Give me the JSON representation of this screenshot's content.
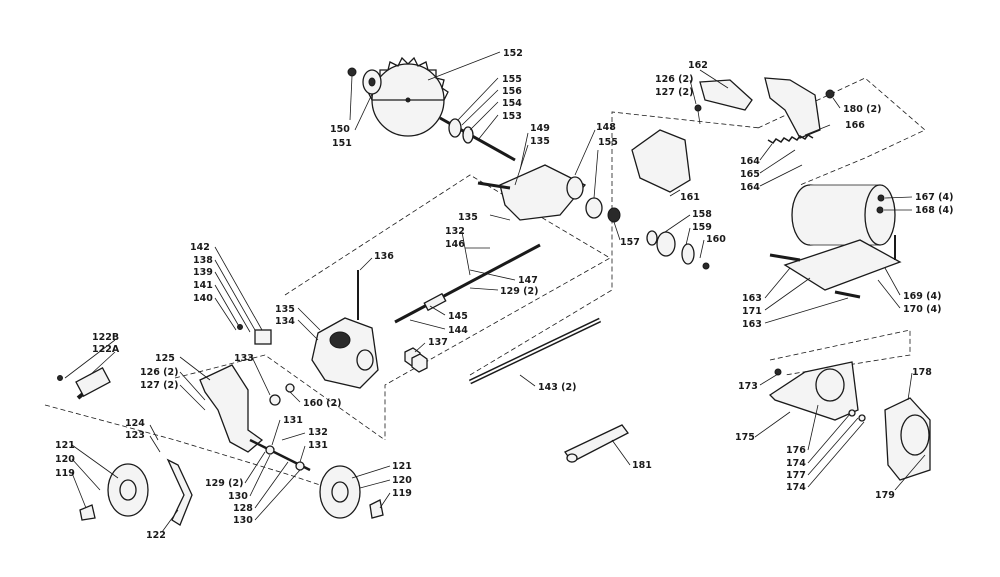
{
  "labels": {
    "l152": "152",
    "l155a": "155",
    "l156": "156",
    "l154": "154",
    "l153": "153",
    "l150": "150",
    "l151": "151",
    "l149": "149",
    "l135a": "135",
    "l148": "148",
    "l155b": "155",
    "l162": "162",
    "l126a": "126 (2)",
    "l127a": "127 (2)",
    "l180": "180 (2)",
    "l166": "166",
    "l164a": "164",
    "l165": "165",
    "l164b": "164",
    "l161": "161",
    "l167": "167 (4)",
    "l168": "168 (4)",
    "l135b": "135",
    "l158": "158",
    "l159": "159",
    "l160a": "160",
    "l157": "157",
    "l132a": "132",
    "l146": "146",
    "l147": "147",
    "l129a": "129 (2)",
    "l136": "136",
    "l142": "142",
    "l138": "138",
    "l139": "139",
    "l141": "141",
    "l140": "140",
    "l135c": "135",
    "l134": "134",
    "l145": "145",
    "l144": "144",
    "l137": "137",
    "l163a": "163",
    "l171": "171",
    "l163b": "163",
    "l169": "169 (4)",
    "l170": "170 (4)",
    "l122B": "122B",
    "l122A": "122A",
    "l125": "125",
    "l126b": "126 (2)",
    "l127b": "127 (2)",
    "l133": "133",
    "l160b": "160 (2)",
    "l143": "143 (2)",
    "l173": "173",
    "l178": "178",
    "l175": "175",
    "l176": "176",
    "l174a": "174",
    "l177": "177",
    "l174b": "174",
    "l179": "179",
    "l124": "124",
    "l123": "123",
    "l131a": "131",
    "l132b": "132",
    "l131b": "131",
    "l121a": "121",
    "l120a": "120",
    "l119a": "119",
    "l129b": "129 (2)",
    "l130a": "130",
    "l128": "128",
    "l130b": "130",
    "l121b": "121",
    "l120b": "120",
    "l119b": "119",
    "l122": "122",
    "l181": "181"
  }
}
